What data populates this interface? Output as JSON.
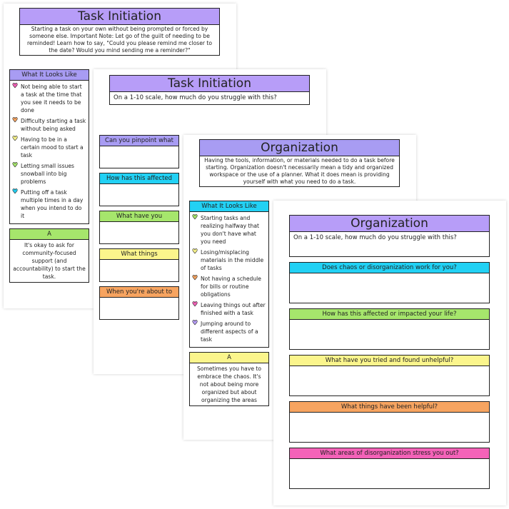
{
  "colors": {
    "purple": "#b79df8",
    "lavender": "#a89cf3",
    "cyan": "#22d1f4",
    "green": "#a6e66c",
    "yellow": "#fbf58c",
    "orange": "#f7a460",
    "pink": "#f462b8"
  },
  "pages": [
    {
      "type": "info",
      "title": "Task Initiation",
      "description": "Starting a task on your own without being prompted or forced by someone else. Important Note: Let go of the guilt of needing to be reminded! Learn how to say, \"Could you please remind me closer to the date? Would you mind sending me a reminder?\"",
      "list_header": "What It Looks Like",
      "list_color": "lavender",
      "items": [
        {
          "text": "Not being able to start a task at the time that you see it needs to be done",
          "heart": "pink"
        },
        {
          "text": "Difficulty starting a task without being asked",
          "heart": "orange"
        },
        {
          "text": "Having to be in a certain mood to start a task",
          "heart": "yellow"
        },
        {
          "text": "Letting small issues snowball into big problems",
          "heart": "green"
        },
        {
          "text": "Putting off a task multiple times in a day when you intend to do it",
          "heart": "cyan"
        }
      ],
      "tip_header": "A",
      "tip_color": "green",
      "tip_text": "It's okay to ask for community-focused support (and accountability) to start the task."
    },
    {
      "type": "questions",
      "title": "Task Initiation",
      "scale_question": "On a 1-10 scale, how much do you struggle with this?",
      "questions": [
        {
          "text": "Can you pinpoint what",
          "color": "lavender"
        },
        {
          "text": "How has this affected",
          "color": "cyan"
        },
        {
          "text": "What have you",
          "color": "green"
        },
        {
          "text": "What things",
          "color": "yellow"
        },
        {
          "text": "When you're about to",
          "color": "orange"
        }
      ]
    },
    {
      "type": "info",
      "title": "Organization",
      "description": "Having the tools, information, or materials needed to do a task before starting. Organization doesn't necessarily mean a tidy and organized workspace or the use of a planner. What it does mean is providing yourself with what you need to do a task.",
      "list_header": "What It Looks Like",
      "list_color": "cyan",
      "items": [
        {
          "text": "Starting tasks and realizing halfway that you don't have what you need",
          "heart": "green"
        },
        {
          "text": "Losing/misplacing materials in the middle of tasks",
          "heart": "yellow"
        },
        {
          "text": "Not having a schedule for bills or routine obligations",
          "heart": "orange"
        },
        {
          "text": "Leaving things out after finished with a task",
          "heart": "pink"
        },
        {
          "text": "Jumping around to different aspects of a task",
          "heart": "purple"
        }
      ],
      "tip_header": "A",
      "tip_color": "yellow",
      "tip_text": "Sometimes you have to embrace the chaos. It's not about being more organized but about organizing the areas"
    },
    {
      "type": "questions",
      "title": "Organization",
      "scale_question": "On a 1-10 scale, how much do you struggle with this?",
      "questions": [
        {
          "text": "Does chaos or disorganization work for you?",
          "color": "cyan"
        },
        {
          "text": "How has this affected or impacted your life?",
          "color": "green"
        },
        {
          "text": "What have you tried and found unhelpful?",
          "color": "yellow"
        },
        {
          "text": "What things have been helpful?",
          "color": "orange"
        },
        {
          "text": "What areas of disorganization stress you out?",
          "color": "pink"
        }
      ]
    }
  ]
}
